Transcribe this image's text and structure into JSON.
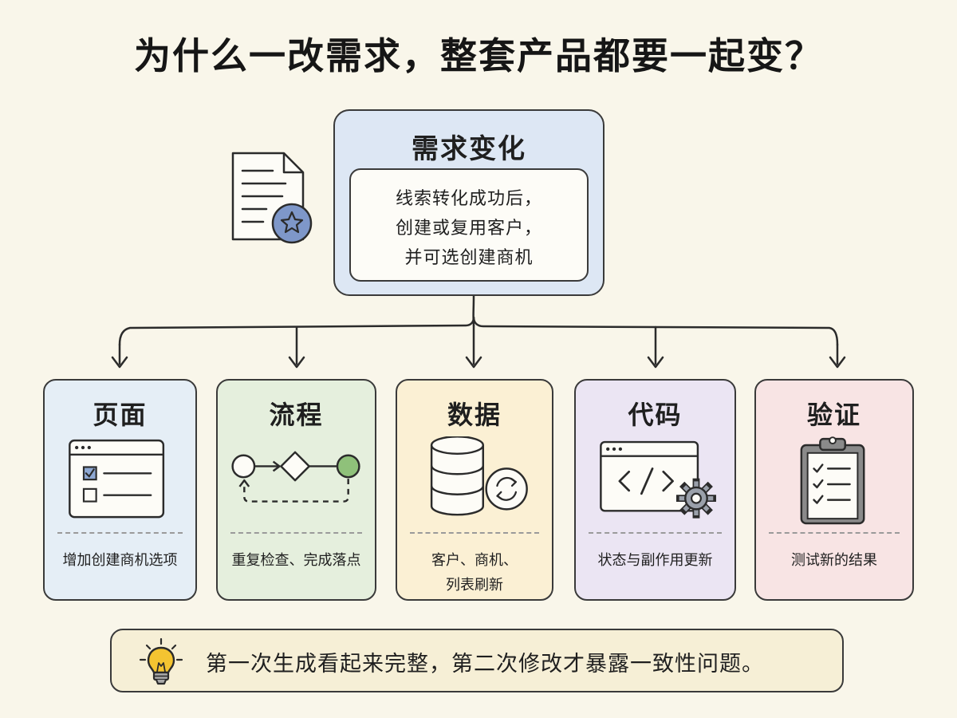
{
  "title": "为什么一改需求，整套产品都要一起变？",
  "central": {
    "title": "需求变化",
    "lines": [
      "线索转化成功后，",
      "创建或复用客户，",
      "并可选创建商机"
    ],
    "icon": "document-star-icon"
  },
  "cards": [
    {
      "title": "页面",
      "desc_lines": [
        "增加创建商机选项"
      ],
      "color": "#e5eef6",
      "icon": "form-checkbox-icon"
    },
    {
      "title": "流程",
      "desc_lines": [
        "重复检查、完成落点"
      ],
      "color": "#e5efdd",
      "icon": "flowchart-icon"
    },
    {
      "title": "数据",
      "desc_lines": [
        "客户、商机、",
        "列表刷新"
      ],
      "color": "#fbf0d4",
      "icon": "database-refresh-icon"
    },
    {
      "title": "代码",
      "desc_lines": [
        "状态与副作用更新"
      ],
      "color": "#ebe5f3",
      "icon": "code-window-gear-icon"
    },
    {
      "title": "验证",
      "desc_lines": [
        "测试新的结果"
      ],
      "color": "#f8e4e4",
      "icon": "clipboard-checklist-icon"
    }
  ],
  "tip": {
    "text": "第一次生成看起来完整，第二次修改才暴露一致性问题。",
    "icon": "lightbulb-icon"
  }
}
